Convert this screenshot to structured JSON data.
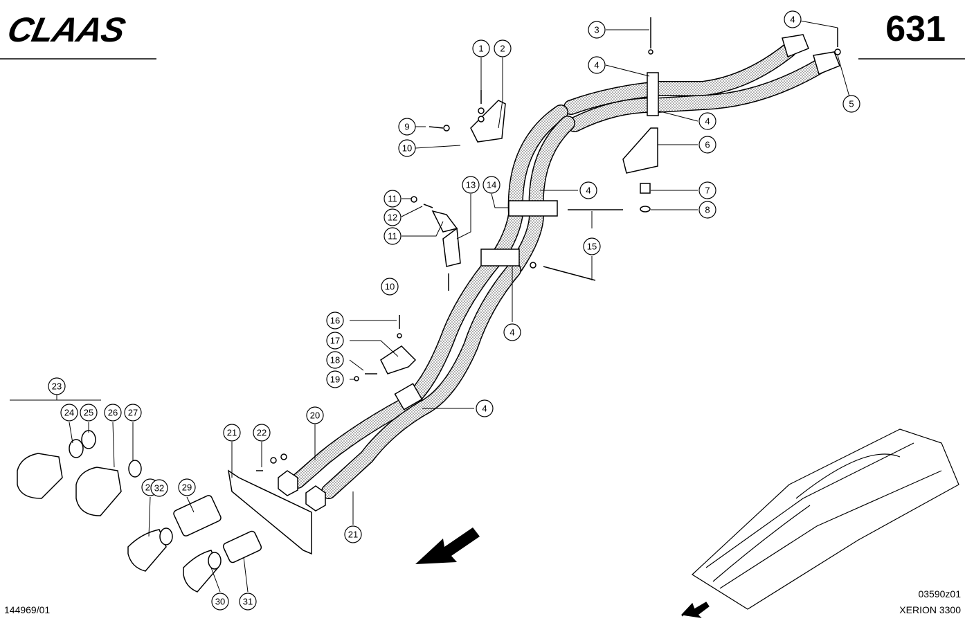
{
  "header": {
    "brand": "CLAAS",
    "page_number": "631"
  },
  "footer": {
    "doc_number": "144969/01",
    "image_code": "03590z01",
    "model": "XERION 3300"
  },
  "callouts": [
    {
      "label": "1"
    },
    {
      "label": "2"
    },
    {
      "label": "3"
    },
    {
      "label": "4"
    },
    {
      "label": "4"
    },
    {
      "label": "4"
    },
    {
      "label": "4"
    },
    {
      "label": "4"
    },
    {
      "label": "4"
    },
    {
      "label": "5"
    },
    {
      "label": "6"
    },
    {
      "label": "7"
    },
    {
      "label": "8"
    },
    {
      "label": "9"
    },
    {
      "label": "10"
    },
    {
      "label": "10"
    },
    {
      "label": "11"
    },
    {
      "label": "11"
    },
    {
      "label": "12"
    },
    {
      "label": "13"
    },
    {
      "label": "14"
    },
    {
      "label": "15"
    },
    {
      "label": "16"
    },
    {
      "label": "17"
    },
    {
      "label": "18"
    },
    {
      "label": "19"
    },
    {
      "label": "20"
    },
    {
      "label": "21"
    },
    {
      "label": "21"
    },
    {
      "label": "22"
    },
    {
      "label": "23"
    },
    {
      "label": "24"
    },
    {
      "label": "25"
    },
    {
      "label": "26"
    },
    {
      "label": "27"
    },
    {
      "label": "28"
    },
    {
      "label": "29"
    },
    {
      "label": "30"
    },
    {
      "label": "31"
    },
    {
      "label": "32"
    }
  ]
}
